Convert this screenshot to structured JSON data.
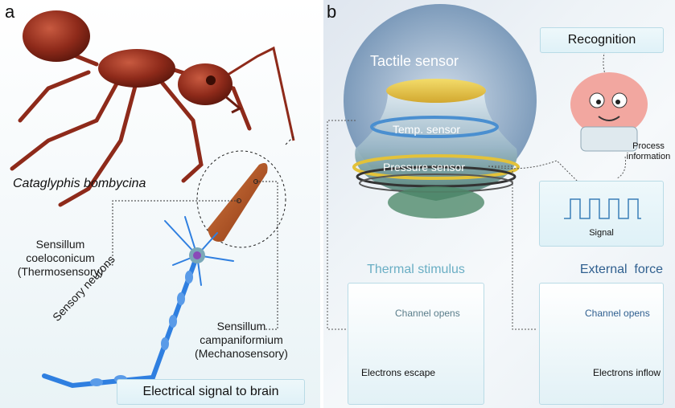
{
  "panel_a": {
    "letter": "a",
    "species": "Cataglyphis bombycina",
    "sensillum_coeloconicum_line1": "Sensillum",
    "sensillum_coeloconicum_line2": "coeloconicum",
    "sensillum_coeloconicum_line3": "(Thermosensory)",
    "sensillum_campaniformium_line1": "Sensillum",
    "sensillum_campaniformium_line2": "campaniformium",
    "sensillum_campaniformium_line3": "(Mechanosensory)",
    "sensory_neurons": "Sensory neurons",
    "electrical_signal": "Electrical signal to brain"
  },
  "panel_b": {
    "letter": "b",
    "tactile_sensor": "Tactile sensor",
    "temp_sensor": "Temp. sensor",
    "pressure_sensor": "Pressure sensor",
    "recognition": "Recognition",
    "process_line1": "Process",
    "process_line2": "information",
    "signal": "Signal",
    "thermal_stimulus": "Thermal stimulus",
    "thermal_channel": "Channel opens",
    "electrons_escape": "Electrons escape",
    "external_force": "External  force",
    "force_channel": "Channel opens",
    "electrons_inflow": "Electrons inflow"
  },
  "colors": {
    "ant_body": "#8e2a1a",
    "neuron_blue": "#2f7fe0",
    "sensillum_orange": "#c0562a",
    "box_border": "#b9dbe6",
    "title_blue": "#2f6f8f",
    "sensor_gold": "#e3c23a",
    "sensor_blue": "#4a8fd0"
  },
  "icons": {
    "ant": "ant-illustration",
    "neuron": "neuron-illustration",
    "brain": "brain-character-icon",
    "signal_wave": "square-wave-icon",
    "membrane": "membrane-channel-icon"
  }
}
